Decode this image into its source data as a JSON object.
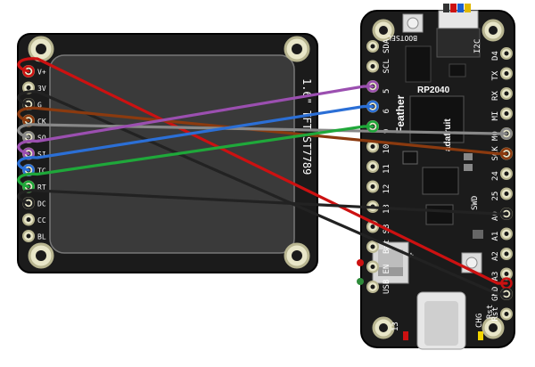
{
  "display_board": {
    "pins": [
      "V+",
      "3V",
      "G",
      "CK",
      "SO",
      "SI",
      "TC",
      "RT",
      "DC",
      "CC",
      "BL"
    ],
    "silk": "1.6\" TFT ST7789"
  },
  "feather_board": {
    "boot_label": "BOOTSEL",
    "chip_label": "RP2040",
    "brand_feather": "Feather",
    "brand_adafruit": "adafruit",
    "swd_label": "SWD",
    "i2c_label": "I2C",
    "right_pins": [
      "D4",
      "TX",
      "RX",
      "MI",
      "MO",
      "SCK",
      "24",
      "25",
      "A0",
      "A1",
      "A2",
      "A3",
      "GND",
      "Rst"
    ],
    "left_pins": [
      "SDA",
      "SCL",
      "5",
      "6",
      "9",
      "10",
      "11",
      "12",
      "13",
      "SB",
      "Bat",
      "EN",
      "USB"
    ],
    "bottom_labels": [
      "13",
      "CHG",
      "Rst"
    ],
    "aux_labels": [
      "Rst",
      "GND",
      "3V"
    ]
  },
  "wires": [
    {
      "from": "V+",
      "to": "3V",
      "color": "#cc1111"
    },
    {
      "from": "G",
      "to": "GND",
      "color": "#222222"
    },
    {
      "from": "CK",
      "to": "SCK",
      "color": "#8b3a0f"
    },
    {
      "from": "SO",
      "to": "MO",
      "color": "#888888"
    },
    {
      "from": "SI",
      "to": "5",
      "color": "#9b4fb0"
    },
    {
      "from": "TC",
      "to": "6",
      "color": "#2b6fd6"
    },
    {
      "from": "RT",
      "to": "9",
      "color": "#1fa83a"
    },
    {
      "from": "DC",
      "to": "A0",
      "color": "#222222"
    }
  ]
}
